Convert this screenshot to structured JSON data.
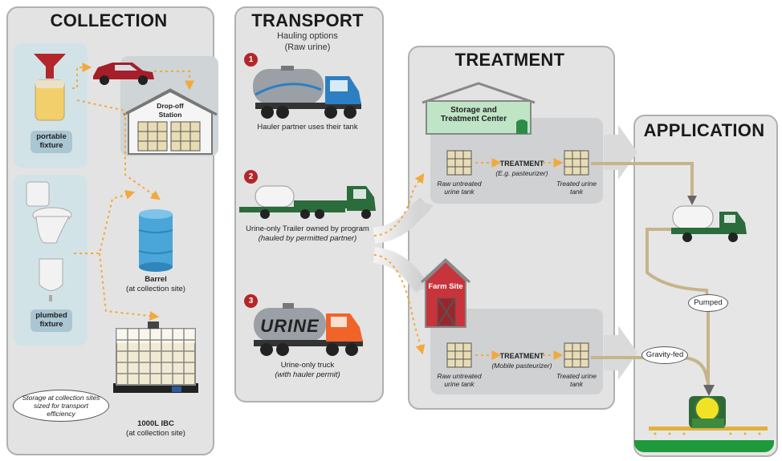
{
  "collection": {
    "title": "COLLECTION",
    "portable": "portable fixture",
    "plumbed": "plumbed fixture",
    "dropoff": "Drop-off Station",
    "barrel_name": "Barrel",
    "barrel_sub": "(at collection site)",
    "ibc_name": "1000L IBC",
    "ibc_sub": "(at collection site)",
    "storage_note": "Storage at collection sites sized for transport efficiency"
  },
  "transport": {
    "title": "TRANSPORT",
    "sub1": "Hauling options",
    "sub2": "(Raw urine)",
    "opt1_num": "1",
    "opt1": "Hauler partner uses their tank",
    "opt2_num": "2",
    "opt2_a": "Urine-only Trailer owned by program",
    "opt2_b": "(hauled by permitted partner)",
    "opt3_num": "3",
    "opt3_a": "Urine-only truck",
    "opt3_b": "(with hauler permit)",
    "truck_label": "URINE"
  },
  "treatment": {
    "title": "TREATMENT",
    "center_name": "Storage and Treatment Center",
    "farm_name": "Farm Site",
    "raw_tank": "Raw untreated urine tank",
    "treated_tank": "Treated urine tank",
    "step": "TREATMENT",
    "center_method": "(E.g. pasteurizer)",
    "farm_method": "(Mobile pasteurizer)"
  },
  "application": {
    "title": "APPLICATION",
    "pumped": "Pumped",
    "gravity": "Gravity-fed"
  }
}
